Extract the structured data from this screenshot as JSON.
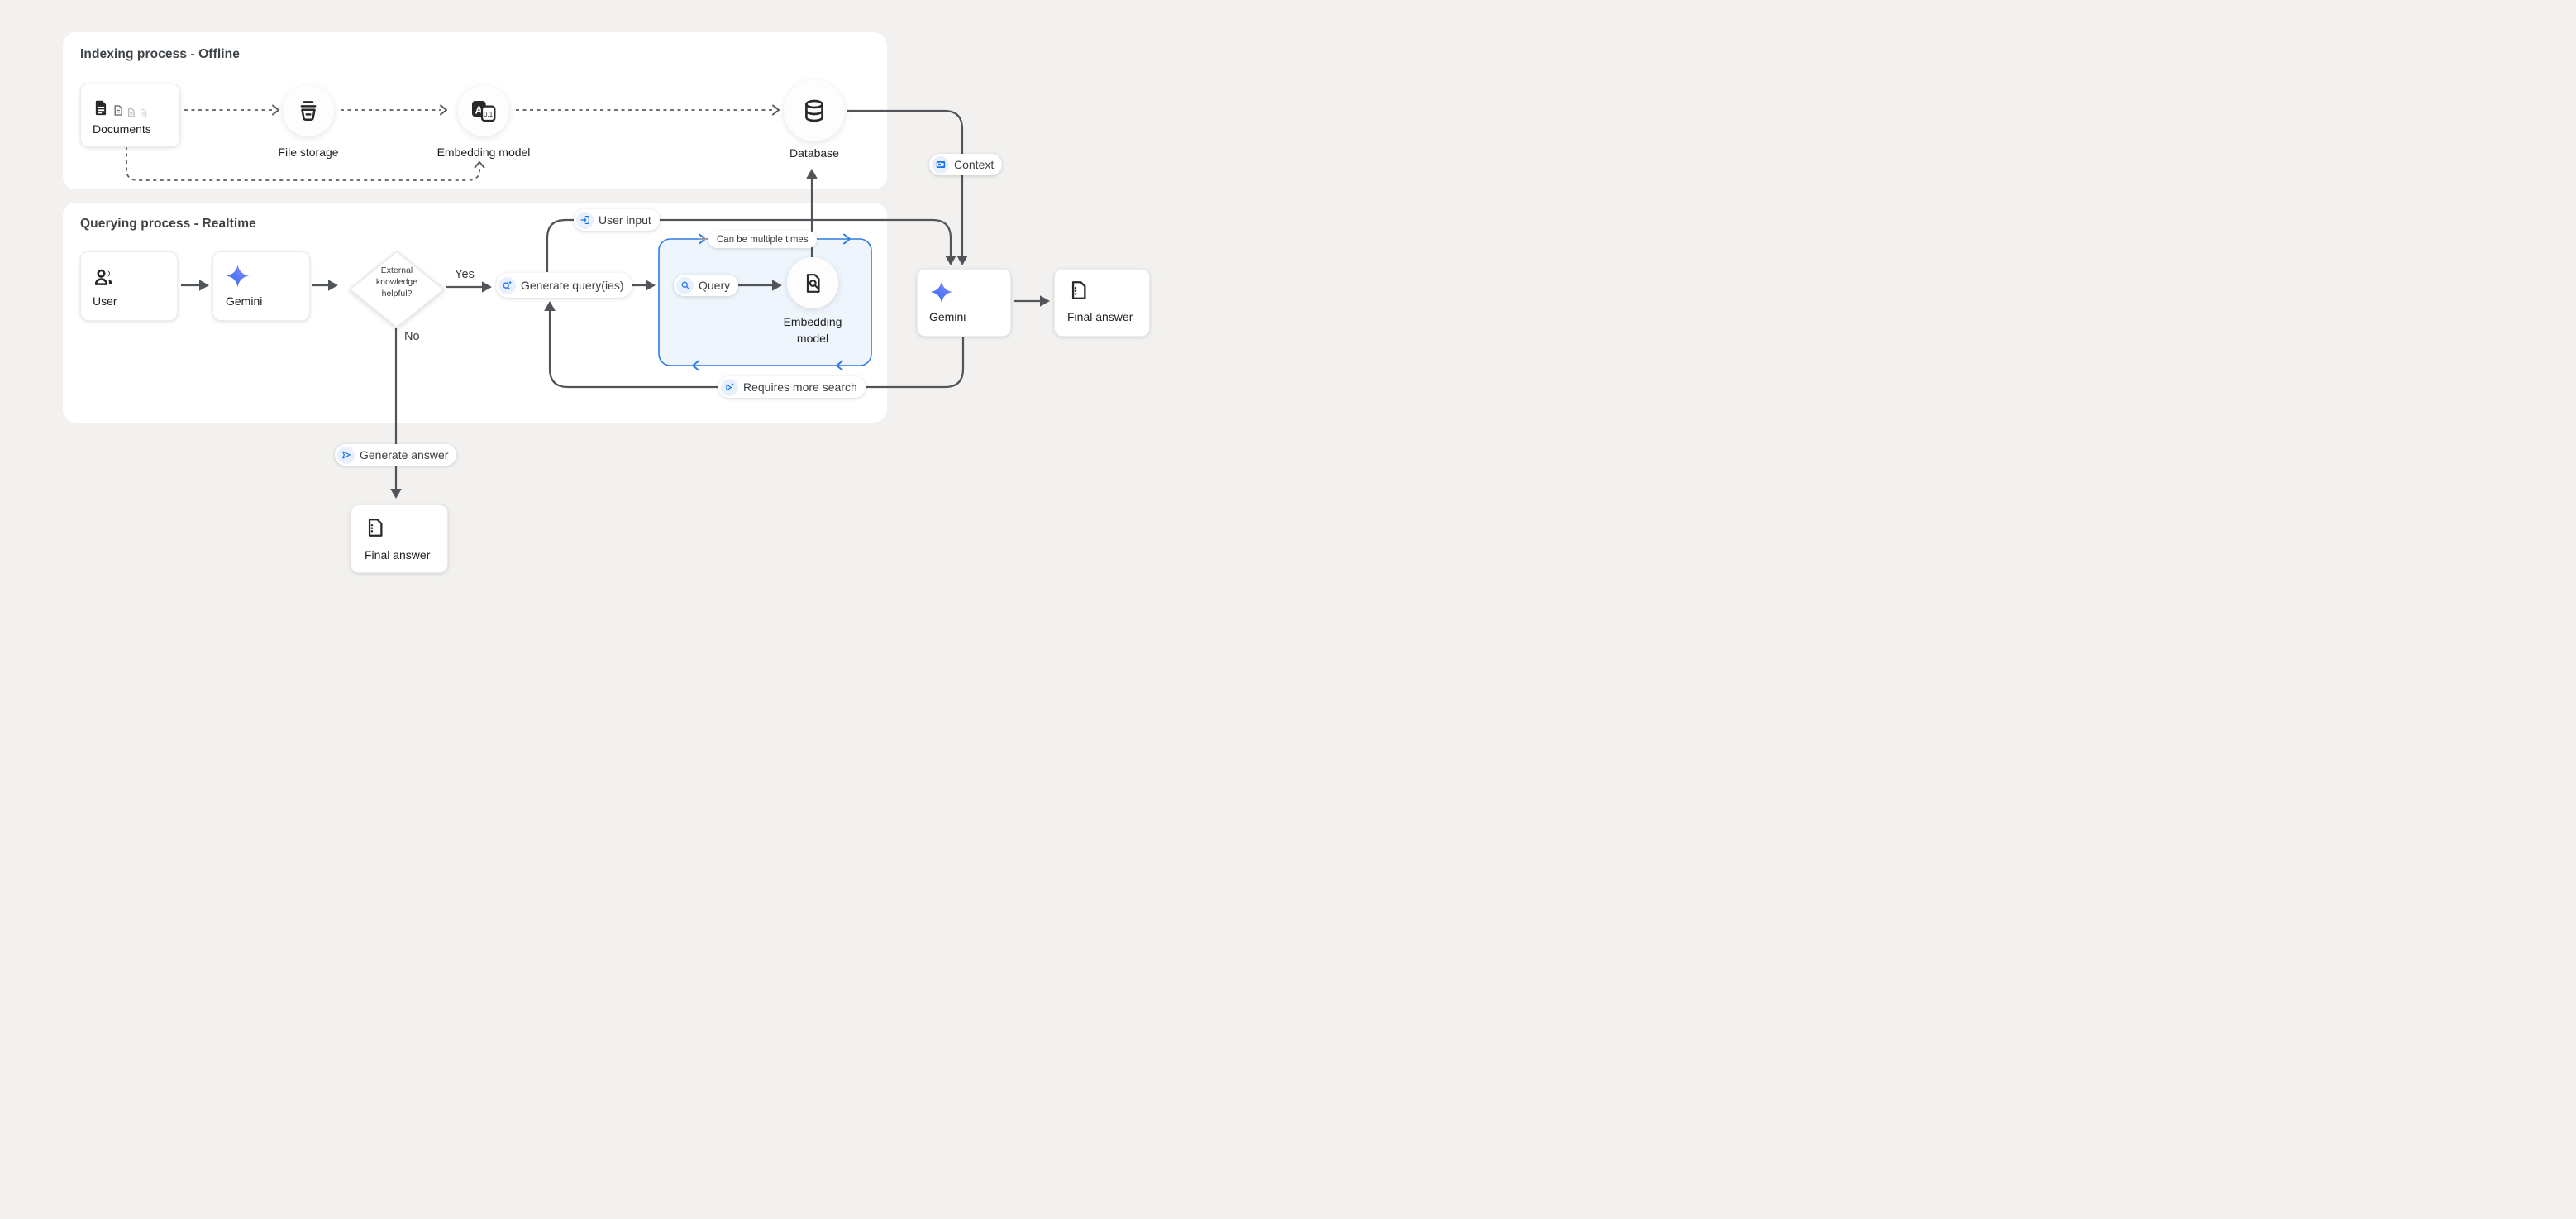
{
  "sections": {
    "indexing": {
      "title": "Indexing process - Offline"
    },
    "querying": {
      "title": "Querying process - Realtime"
    }
  },
  "nodes": {
    "documents": {
      "label": "Documents",
      "icon": "documents-stack-icon"
    },
    "file_storage": {
      "label": "File storage",
      "icon": "storage-bucket-icon"
    },
    "embedding_model": {
      "label": "Embedding model",
      "icon": "translate-embedding-icon",
      "icon_letter": "A",
      "icon_digits": "0,1"
    },
    "database": {
      "label": "Database",
      "icon": "database-icon"
    },
    "user": {
      "label": "User",
      "icon": "users-icon"
    },
    "gemini": {
      "label": "Gemini",
      "icon": "gemini-star-icon"
    },
    "query_embedding": {
      "label_line1": "Embedding",
      "label_line2": "model",
      "icon": "document-search-icon"
    },
    "gemini_final": {
      "label": "Gemini",
      "icon": "gemini-star-icon"
    },
    "final_answer_right": {
      "label": "Final answer",
      "icon": "answer-document-icon"
    },
    "final_answer_bottom": {
      "label": "Final answer",
      "icon": "answer-document-icon"
    }
  },
  "decision": {
    "line1": "External",
    "line2": "knowledge",
    "line3": "helpful?",
    "yes_label": "Yes",
    "no_label": "No"
  },
  "badges": {
    "context": {
      "label": "Context",
      "icon": "article-icon"
    },
    "user_input": {
      "label": "User input",
      "icon": "input-arrow-icon"
    },
    "generate_queries": {
      "label": "Generate query(ies)",
      "icon": "search-spark-icon"
    },
    "query": {
      "label": "Query",
      "icon": "search-icon"
    },
    "can_be_multiple_times": {
      "label": "Can be multiple times"
    },
    "requires_more_search": {
      "label": "Requires more search",
      "icon": "play-spark-icon"
    },
    "generate_answer": {
      "label": "Generate answer",
      "icon": "send-icon"
    }
  },
  "colors": {
    "background": "#f2f1ef",
    "card": "#ffffff",
    "line_dark": "#515458",
    "dashed_line": "#595d61",
    "blue": "#1a73e8",
    "blue_line": "#2e7ce2",
    "blue_box_fill": "#eff5fc",
    "icon_chip_bg": "#e8f0fe",
    "gemini_gradient_start": "#1f6bf3",
    "gemini_gradient_end": "#a894fa"
  }
}
